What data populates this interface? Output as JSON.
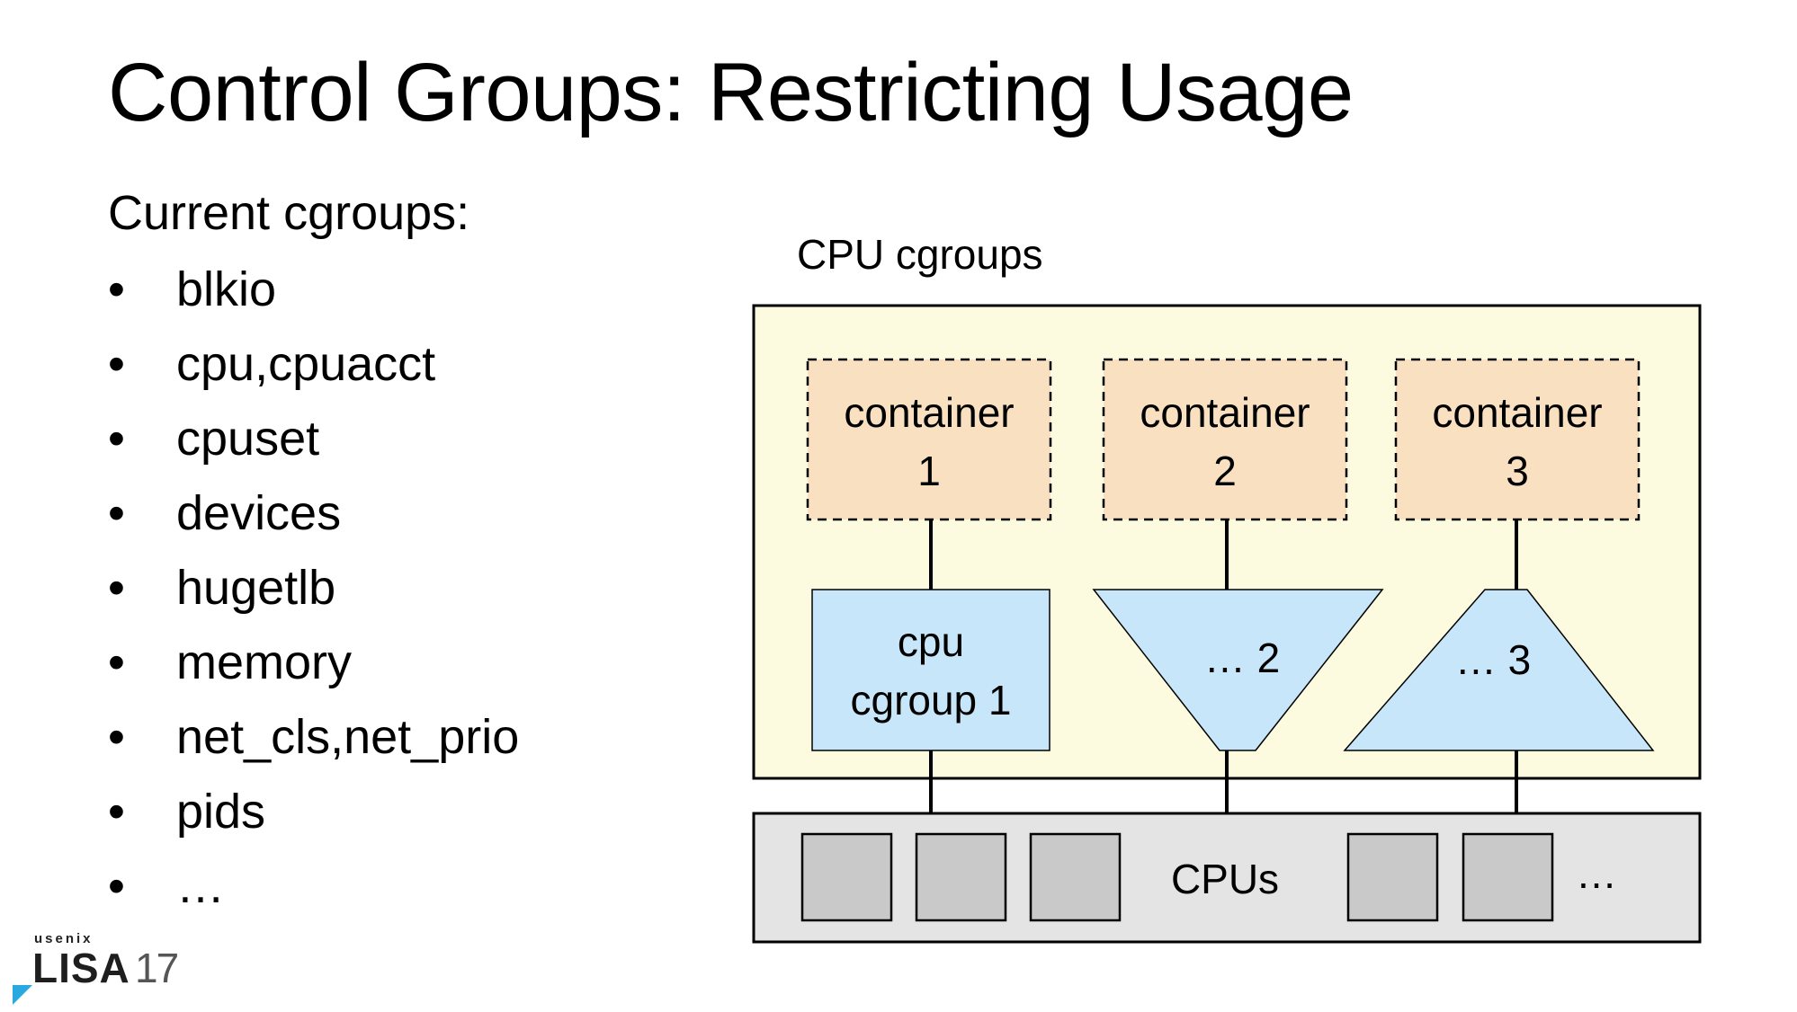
{
  "slide": {
    "title": "Control Groups: Restricting Usage",
    "intro": "Current cgroups:",
    "bullet_glyph": "•",
    "bullets": [
      "blkio",
      "cpu,cpuacct",
      "cpuset",
      "devices",
      "hugetlb",
      "memory",
      "net_cls,net_prio",
      "pids",
      "…"
    ]
  },
  "diagram": {
    "group_label": "CPU cgroups",
    "containers": [
      {
        "line1": "container",
        "line2": "1"
      },
      {
        "line1": "container",
        "line2": "2"
      },
      {
        "line1": "container",
        "line2": "3"
      }
    ],
    "cgroups": [
      {
        "line1": "cpu",
        "line2": "cgroup 1",
        "shape": "rectangle"
      },
      {
        "label": "… 2",
        "shape": "inverted-trapezoid"
      },
      {
        "label": "… 3",
        "shape": "trapezoid"
      }
    ],
    "cpu_bar": {
      "label": "CPUs",
      "ellipsis": "…"
    },
    "colors": {
      "group_fill": "#fdfbdf",
      "container_fill": "#f8e0c0",
      "cgroup_fill": "#c8e6fa",
      "cpu_bar_fill": "#e4e4e4",
      "cpu_box_fill": "#c9c9c9"
    }
  },
  "logo": {
    "top": "usenix",
    "main": "LISA",
    "year": "17"
  }
}
